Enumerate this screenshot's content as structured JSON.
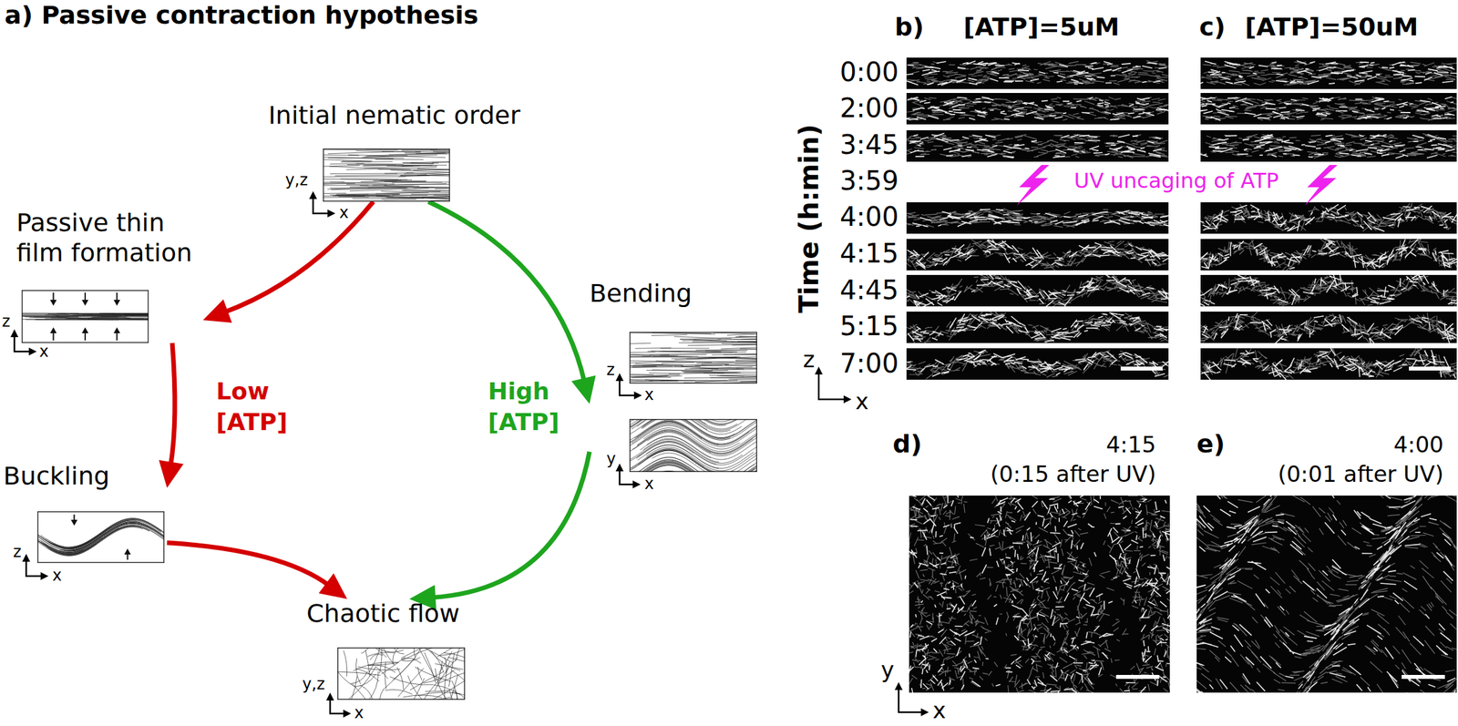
{
  "diagram": {
    "nodes": [
      {
        "text": [
          "Initial nematic order"
        ]
      },
      {
        "text": [
          "Passive thin film formation"
        ]
      },
      {
        "text": [
          "Buckling"
        ]
      },
      {
        "text": [
          "Chaotic flow"
        ]
      },
      {
        "text": [
          "Bending"
        ]
      }
    ],
    "edges": [
      {
        "from": 0,
        "to": 1,
        "arrow": "to"
      },
      {
        "from": 1,
        "to": 2,
        "arrow": "to"
      },
      {
        "from": 2,
        "to": 3,
        "arrow": "to"
      },
      {
        "from": 0,
        "to": 4,
        "arrow": "to"
      },
      {
        "from": 4,
        "to": 3,
        "arrow": "to"
      }
    ],
    "labels": [
      "a) Passive contraction hypothesis",
      "y,z",
      "x",
      "z",
      "x",
      "Low [ATP]",
      "High [ATP]",
      "z",
      "x",
      "z",
      "x",
      "y",
      "x",
      "y,z",
      "x",
      "b)",
      "[ATP]=5uM",
      "c)",
      "[ATP]=50uM",
      "0:00",
      "2:00",
      "3:45",
      "3:59",
      "4:00",
      "4:15",
      "4:45",
      "5:15",
      "7:00",
      "Time (h:min)",
      "UV uncaging of ATP",
      "z",
      "x",
      "d)",
      "4:15",
      "(0:15 after UV)",
      "e)",
      "4:00",
      "(0:01 after UV)",
      "y",
      "x"
    ]
  }
}
